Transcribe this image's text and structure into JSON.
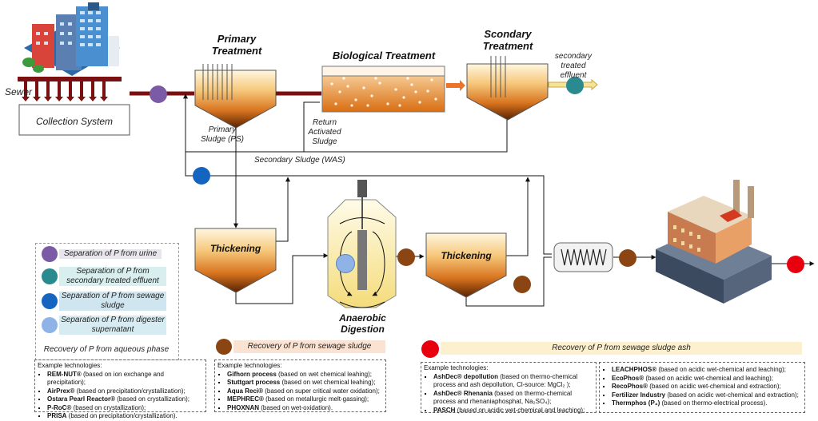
{
  "stages": {
    "sewer": "Sewer",
    "collection": "Collection System",
    "primary": "Primary Treatment",
    "biological": "Biological Treatment",
    "secondary": "Scondary Treatment",
    "effluent": "secondary treated effluent",
    "primary_sludge": "Primary Sludge (PS)",
    "return_sludge": "Return Activated Sludge",
    "secondary_sludge": "Secondary Sludge (WAS)",
    "thickening1": "Thickening",
    "thickening2": "Thickening",
    "digestion": "Anaerobic Digestion"
  },
  "legend": {
    "urine": "Separation of P from urine",
    "effluent": "Separation of P from secondary treated effluent",
    "sludge": "Separation of P from sewage sludge",
    "supernatant": "Separation of P from digester supernatant",
    "aqueous_header": "Recovery of P from aqueous phase",
    "sludge_header": "Recovery of P from sewage sludge",
    "ash_header": "Recovery  of P from sewage sludge ash"
  },
  "colors": {
    "urine": "#7b5aa6",
    "effluent": "#2a8a8f",
    "sludge": "#1565c0",
    "supernatant": "#8fb3e6",
    "brown": "#8b4513",
    "ash": "#e8000f",
    "pipe": "#7a1010"
  },
  "tech_aqueous": {
    "label": "Example technologies:",
    "items": [
      {
        "name": "REM-NUT®",
        "desc": " (based on ion exchange and precipitation);"
      },
      {
        "name": "AirPrex®",
        "desc": " (based on precipitation/crystallization);"
      },
      {
        "name": "Ostara Pearl Reactor®",
        "desc": " (based on crystallization);"
      },
      {
        "name": "P-RoC®",
        "desc": " (based on crystallization);"
      },
      {
        "name": "PRISA",
        "desc": " (based on precipitation/crystallization)."
      }
    ]
  },
  "tech_sludge": {
    "label": "Example technologies:",
    "items": [
      {
        "name": "Gifhorn process",
        "desc": "  (based on wet chemical leahing);"
      },
      {
        "name": "Stuttgart process",
        "desc": " (based on wet chemical leahing);"
      },
      {
        "name": "Aqua Reci®",
        "desc": " (based on super critical water oxidation);"
      },
      {
        "name": "MEPHREC®",
        "desc": " (based on metallurgic melt-gassing);"
      },
      {
        "name": "PHOXNAN",
        "desc": " (based on wet-oxidation)."
      }
    ]
  },
  "tech_ash_left": {
    "label": "Example technologies:",
    "items": [
      {
        "name": "AshDec® depollution",
        "desc": "  (based on thermo-chemical process and ash depollution, Cl-source: MgCl₂ );"
      },
      {
        "name": "AshDec®  Rhenania",
        "desc": " (based on thermo-chemical process and rhenaniaphosphat, Na₂SO₄);"
      },
      {
        "name": "PASCH",
        "desc": " (based on acidic wet-chemical and leaching);"
      }
    ]
  },
  "tech_ash_right": {
    "items": [
      {
        "name": "LEACHPHOS®",
        "desc": " (based on acidic wet-chemical and leaching);"
      },
      {
        "name": "EcoPhos®",
        "desc": "  (based on acidic wet-chemical and leaching);"
      },
      {
        "name": "RecoPhos®",
        "desc": " (based on acidic wet-chemical and extraction);"
      },
      {
        "name": "Fertilizer Industry",
        "desc": " (based on acidic wet-chemical and extraction);"
      },
      {
        "name": "Thermphos (P₄)",
        "desc": "  (based on thermo-electrical process)."
      }
    ]
  }
}
